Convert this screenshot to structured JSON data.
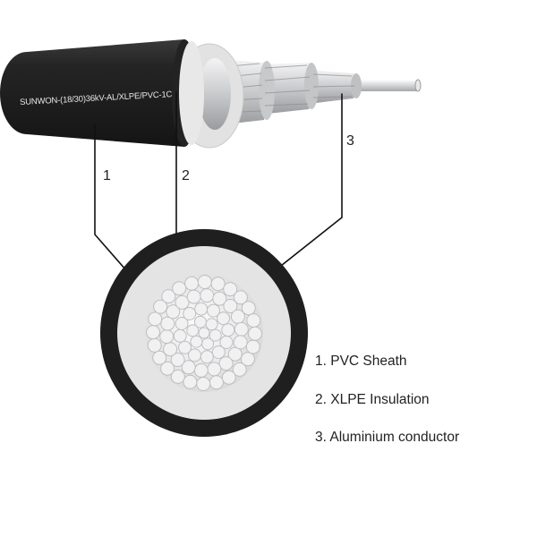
{
  "cable_print": "SUNWON-(18/30)36kV-AL/XLPE/PVC-1C",
  "callouts": [
    {
      "number": "1",
      "name": "PVC Sheath"
    },
    {
      "number": "2",
      "name": "XLPE Insulation"
    },
    {
      "number": "3",
      "name": "Aluminium conductor"
    }
  ],
  "legend": [
    "1. PVC Sheath",
    "2. XLPE Insulation",
    "3. Aluminium conductor"
  ],
  "colors": {
    "sheath": "#1f1f1f",
    "insulation": "#e4e4e4",
    "conductor": "#d9dadc",
    "leader_line": "#111111",
    "background": "#ffffff"
  }
}
